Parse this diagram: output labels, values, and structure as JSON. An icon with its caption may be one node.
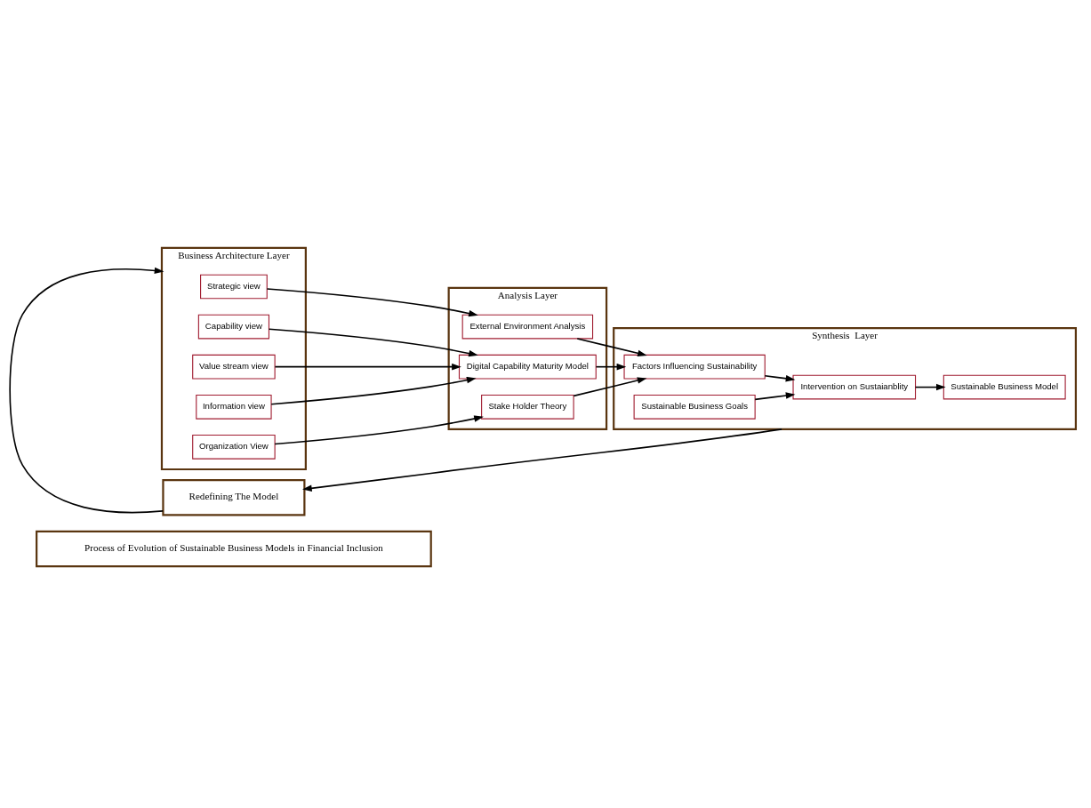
{
  "diagram": {
    "nodes": [
      {
        "text": [
          "Process of Evolution of Sustainable Business Models in Financial Inclusion"
        ]
      },
      {
        "text": [
          "Business Architecture Layer"
        ]
      },
      {
        "text": [
          "Strategic view"
        ],
        "in": 1
      },
      {
        "text": [
          "Capability view"
        ],
        "in": 1
      },
      {
        "text": [
          "Value stream view"
        ],
        "in": 1
      },
      {
        "text": [
          "Information view"
        ],
        "in": 1
      },
      {
        "text": [
          "Organization View"
        ],
        "in": 1
      },
      {
        "text": [
          "Analysis Layer"
        ]
      },
      {
        "text": [
          "External Environment Analysis"
        ],
        "in": 7
      },
      {
        "text": [
          "Digital Capability Maturity Model"
        ],
        "in": 7
      },
      {
        "text": [
          "Stake Holder Theory"
        ],
        "in": 7
      },
      {
        "text": [
          "Synthesis  Layer"
        ]
      },
      {
        "text": [
          "Factors Influencing Sustainability"
        ],
        "in": 11
      },
      {
        "text": [
          "Sustainable Business Goals"
        ],
        "in": 11
      },
      {
        "text": [
          "Intervention on Sustaianblity"
        ],
        "in": 11
      },
      {
        "text": [
          "Sustainable Business Model"
        ],
        "in": 11
      },
      {
        "text": [
          "Redefining The Model"
        ]
      }
    ],
    "edges": [
      {
        "from": 2,
        "to": 8,
        "arrow": "to"
      },
      {
        "from": 3,
        "to": 9,
        "arrow": "to"
      },
      {
        "from": 4,
        "to": 9,
        "arrow": "to"
      },
      {
        "from": 5,
        "to": 9,
        "arrow": "to"
      },
      {
        "from": 6,
        "to": 10,
        "arrow": "to"
      },
      {
        "from": 8,
        "to": 12,
        "arrow": "to"
      },
      {
        "from": 9,
        "to": 12,
        "arrow": "to"
      },
      {
        "from": 10,
        "to": 12,
        "arrow": "to"
      },
      {
        "from": 12,
        "to": 14,
        "arrow": "to"
      },
      {
        "from": 13,
        "to": 14,
        "arrow": "to"
      },
      {
        "from": 14,
        "to": 15,
        "arrow": "to"
      },
      {
        "from": 11,
        "to": 16,
        "arrow": "to"
      },
      {
        "from": 16,
        "to": 1,
        "arrow": "to"
      }
    ]
  }
}
